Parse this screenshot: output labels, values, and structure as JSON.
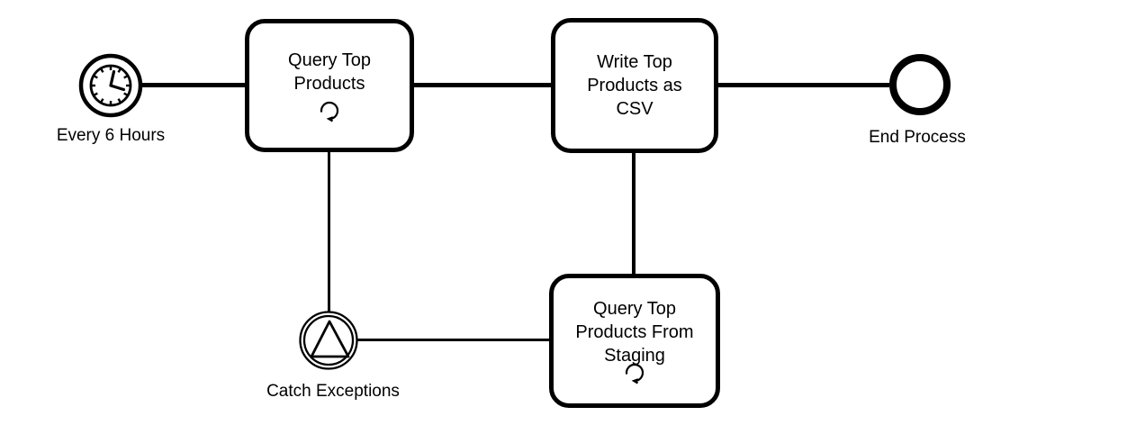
{
  "diagram": {
    "colors": {
      "stroke": "#000000",
      "background": "#ffffff"
    },
    "start_event": {
      "label": "Every 6 Hours",
      "icon": "clock-icon"
    },
    "tasks": [
      {
        "name": "Query Top Products",
        "lines": [
          "Query Top",
          "Products"
        ],
        "loop_marker": true
      },
      {
        "name": "Write Top Products as CSV",
        "lines": [
          "Write Top",
          "Products as",
          "CSV"
        ],
        "loop_marker": false
      },
      {
        "name": "Query Top Products From Staging",
        "lines": [
          "Query Top",
          "Products From",
          "Staging"
        ],
        "loop_marker": true
      }
    ],
    "catch_event": {
      "label": "Catch Exceptions",
      "icon": "triangle-icon"
    },
    "end_event": {
      "label": "End Process"
    },
    "connections": [
      {
        "from": "Every 6 Hours",
        "to": "Query Top Products"
      },
      {
        "from": "Query Top Products",
        "to": "Write Top Products as CSV"
      },
      {
        "from": "Write Top Products as CSV",
        "to": "End Process"
      },
      {
        "from": "Query Top Products",
        "to": "Catch Exceptions"
      },
      {
        "from": "Catch Exceptions",
        "to": "Query Top Products From Staging"
      },
      {
        "from": "Query Top Products From Staging",
        "to": "Write Top Products as CSV"
      }
    ]
  }
}
